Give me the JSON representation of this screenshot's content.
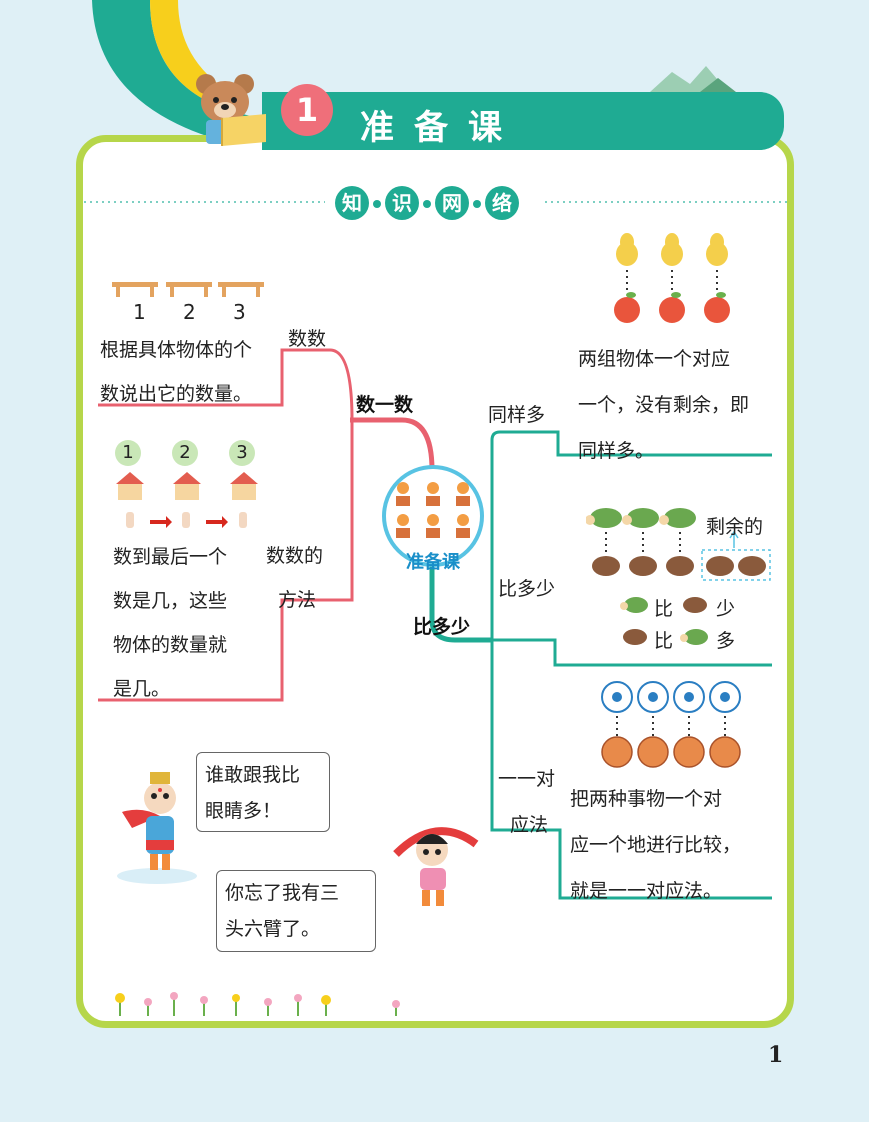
{
  "header": {
    "lesson_number": "1",
    "title": "准备课"
  },
  "section_title": [
    "知",
    "识",
    "网",
    "络"
  ],
  "center_node": "准备课",
  "left": {
    "branch_count": "数一数",
    "branch_compare": "比多少",
    "bench_numbers": [
      "1",
      "2",
      "3"
    ],
    "node1_label": "数数",
    "node1_text": [
      "根据具体物体的个",
      "数说出它的数量。"
    ],
    "house_numbers": [
      "1",
      "2",
      "3"
    ],
    "node2_label": [
      "数数的",
      "方法"
    ],
    "node2_text": [
      "数到最后一个",
      "数是几，这些",
      "物体的数量就",
      "是几。"
    ]
  },
  "right": {
    "node1_label": "同样多",
    "node1_text": [
      "两组物体一个对应",
      "一个，没有剩余，即",
      "同样多。"
    ],
    "node2_label": "比多少",
    "remain_label": "剩余的",
    "compare_less": "比",
    "compare_less_word": "少",
    "compare_more": "比",
    "compare_more_word": "多",
    "node3_label": [
      "一一对",
      "应法"
    ],
    "node3_text": [
      "把两种事物一个对",
      "应一个地进行比较，",
      "就是一一对应法。"
    ]
  },
  "bubbles": {
    "first": [
      "谁敢跟我比",
      "眼睛多！"
    ],
    "second": [
      "你忘了我有三",
      "头六臂了。"
    ]
  },
  "page_number": "1",
  "colors": {
    "teal": "#1fab93",
    "red_line": "#e8616f",
    "lime_frame": "#b6d64a",
    "yellow": "#f7cf1c",
    "pink_num": "#ef6f7a"
  }
}
